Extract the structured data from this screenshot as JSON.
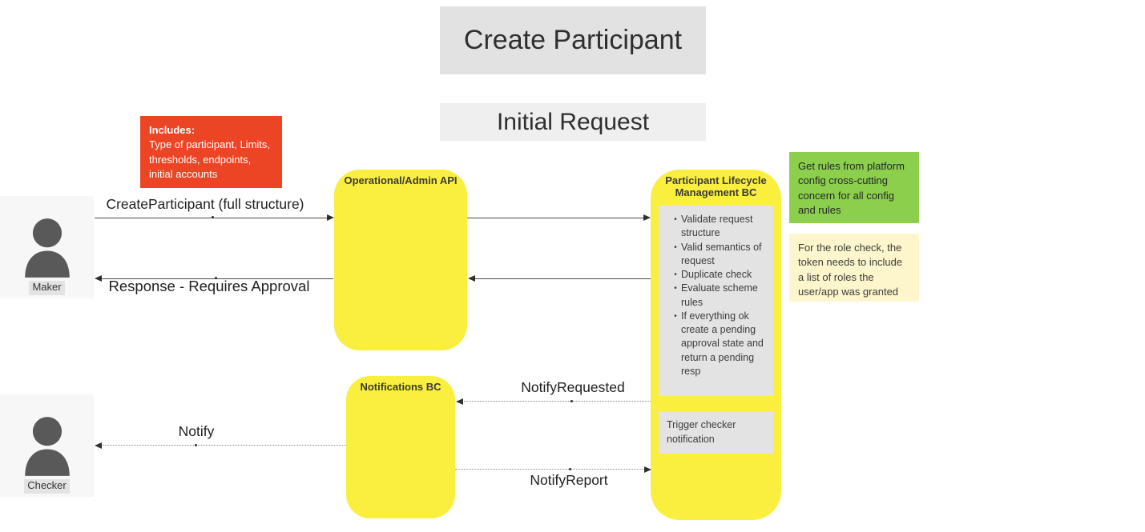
{
  "colors": {
    "yellow": "#faee3f",
    "green": "#8bcf4d",
    "red": "#ec4526",
    "pale-yellow": "#fdf6cd",
    "gray-box": "#e2e2e2",
    "light-gray-box": "#efefef",
    "inner-gray": "#e3e3e3",
    "actor-bg": "#f7f7f7",
    "actor-fill": "#595959"
  },
  "header": {
    "title": "Create Participant",
    "subtitle": "Initial Request"
  },
  "notes": {
    "includes_heading": "Includes:",
    "includes_body": "Type of participant, Limits, thresholds, endpoints, initial accounts",
    "platform_config": "Get rules from platform config cross-cutting concern for all config and rules",
    "role_check": "For the role check, the token needs to include a list of roles the user/app was granted"
  },
  "actors": {
    "maker": "Maker",
    "checker": "Checker"
  },
  "components": {
    "api": "Operational/Admin API",
    "plm": "Participant Lifecycle Management BC",
    "notifications": "Notifications BC"
  },
  "plm": {
    "steps": [
      "Validate request structure",
      "Valid semantics of request",
      "Duplicate check",
      "Evaluate scheme rules",
      "If everything ok create a pending approval state and return a pending resp"
    ],
    "trigger": "Trigger checker notification"
  },
  "messages": {
    "create_participant": "CreateParticipant (full structure)",
    "response": "Response - Requires Approval",
    "notify_requested": "NotifyRequested",
    "notify": "Notify",
    "notify_report": "NotifyReport"
  }
}
